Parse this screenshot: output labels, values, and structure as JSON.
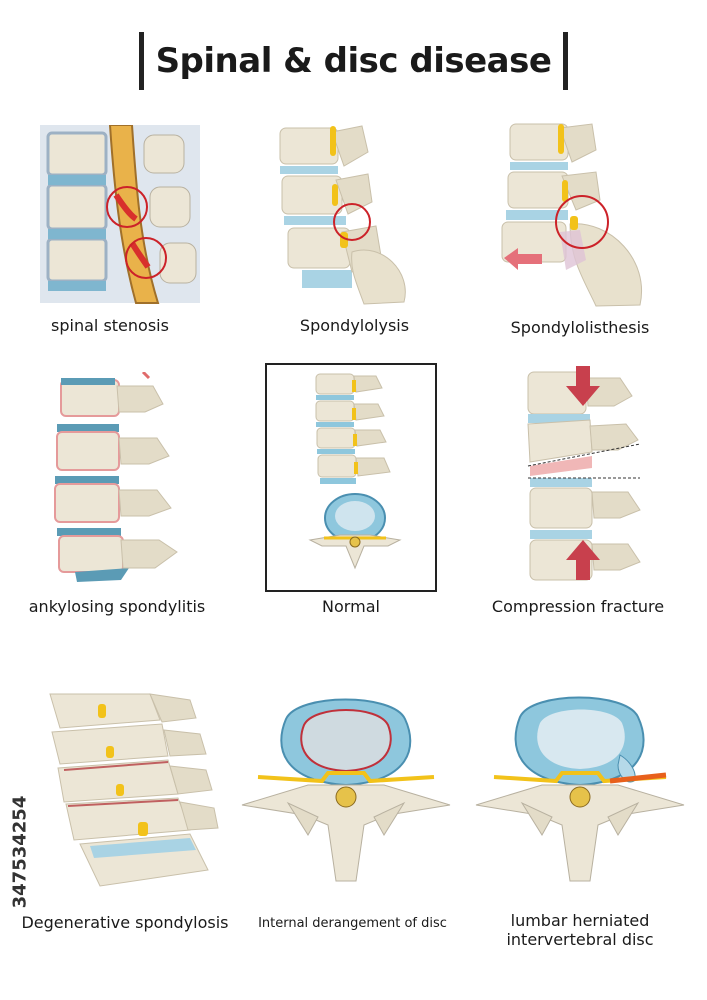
{
  "title": "Spinal & disc disease",
  "stock_id": "347534254",
  "colors": {
    "bone": "#ece6d6",
    "bone_shadow": "#c9c0aa",
    "disc": "#8ec7dd",
    "disc_dark": "#4a8fb0",
    "nerve": "#f2c21a",
    "inflammation": "#e06b6b",
    "circle": "#cc2229",
    "arrow": "#c8404d"
  },
  "panels": [
    {
      "id": "spinal-stenosis",
      "label": "spinal stenosis"
    },
    {
      "id": "spondylolysis",
      "label": "Spondylolysis"
    },
    {
      "id": "spondylolisthesis",
      "label": "Spondylolisthesis"
    },
    {
      "id": "ankylosing-spondylitis",
      "label": "ankylosing spondylitis"
    },
    {
      "id": "normal",
      "label": "Normal"
    },
    {
      "id": "compression-fracture",
      "label": "Compression fracture"
    },
    {
      "id": "degenerative-spondylosis",
      "label": "Degenerative spondylosis"
    },
    {
      "id": "internal-derangement",
      "label": "Internal derangement of disc"
    },
    {
      "id": "lumbar-herniated",
      "label_line1": "lumbar herniated",
      "label_line2": "intervertebral disc"
    }
  ]
}
